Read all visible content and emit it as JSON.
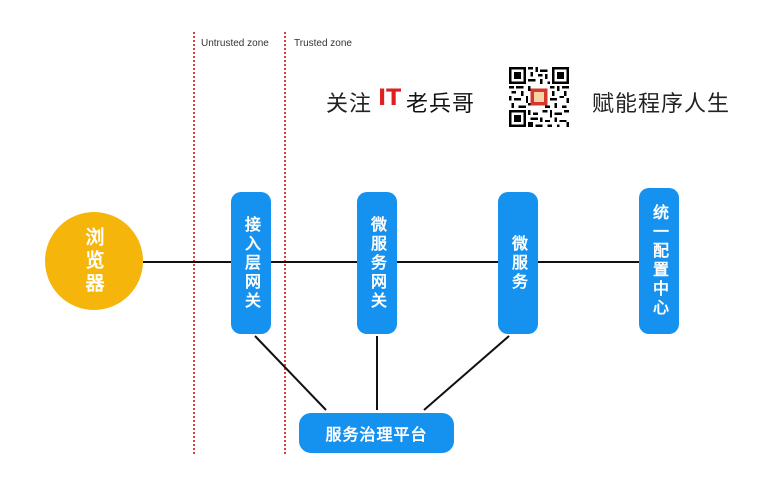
{
  "zones": {
    "untrusted": "Untrusted zone",
    "trusted": "Trusted zone"
  },
  "banner": {
    "prefix": "关注",
    "it": "IT",
    "brand": "老兵哥",
    "slogan": "赋能程序人生",
    "qr_icon": "qr-code-icon"
  },
  "nodes": {
    "browser": "浏览器",
    "access_gateway": "接入层网关",
    "microservice_gateway": "微服务网关",
    "microservice": "微服务",
    "config_center": "统一配置中心",
    "governance_platform": "服务治理平台"
  },
  "colors": {
    "browser": "#f5b50a",
    "node": "#1591f0",
    "zone_border": "#e0403a",
    "brand_it": "#e02020"
  }
}
